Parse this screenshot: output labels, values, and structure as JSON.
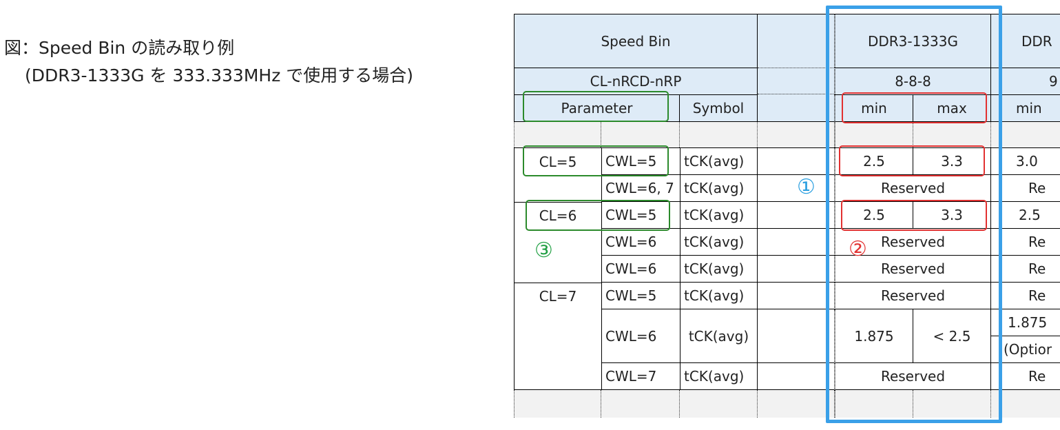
{
  "caption": {
    "line1": "図：Speed Bin の読み取り例",
    "line2": "(DDR3-1333G を 333.333MHz で使用する場合)"
  },
  "table": {
    "speed_bin_label": "Speed Bin",
    "cl_nrcd_nrp_label": "CL-nRCD-nRP",
    "parameter_label": "Parameter",
    "symbol_label": "Symbol",
    "col1": {
      "name": "DDR3-1333G",
      "timing": "8-8-8",
      "min_label": "min",
      "max_label": "max"
    },
    "col2": {
      "name": "DDR",
      "timing": "9",
      "min_label": "min"
    },
    "rows": [
      {
        "cl": "CL=5",
        "cwl": "CWL=5",
        "symbol": "tCK(avg)",
        "min": "2.5",
        "max": "3.3",
        "next": "3.0"
      },
      {
        "cwl": "CWL=6, 7",
        "symbol": "tCK(avg)",
        "merged": "Reserved",
        "next": "Re"
      },
      {
        "cl": "CL=6",
        "cwl": "CWL=5",
        "symbol": "tCK(avg)",
        "min": "2.5",
        "max": "3.3",
        "next": "2.5"
      },
      {
        "cwl": "CWL=6",
        "symbol": "tCK(avg)",
        "merged": "Reserved",
        "next": "Re"
      },
      {
        "cwl": "CWL=6",
        "symbol": "tCK(avg)",
        "merged": "Reserved",
        "next": "Re"
      },
      {
        "cl": "CL=7",
        "cwl": "CWL=5",
        "symbol": "tCK(avg)",
        "merged": "Reserved",
        "next": "Re"
      },
      {
        "cwl": "CWL=6",
        "symbol": "tCK(avg)",
        "min": "1.875",
        "max": "< 2.5",
        "next_top": "1.875",
        "next_bottom": "(Optior"
      },
      {
        "cwl": "CWL=7",
        "symbol": "tCK(avg)",
        "merged": "Reserved",
        "next": "Re"
      }
    ]
  },
  "markers": {
    "one": "①",
    "two": "②",
    "three": "③"
  },
  "colors": {
    "header_bg": "#deebf7",
    "green_box": "#2b8a2b",
    "red_box": "#e23030",
    "blue_box": "#3aa0e8"
  }
}
